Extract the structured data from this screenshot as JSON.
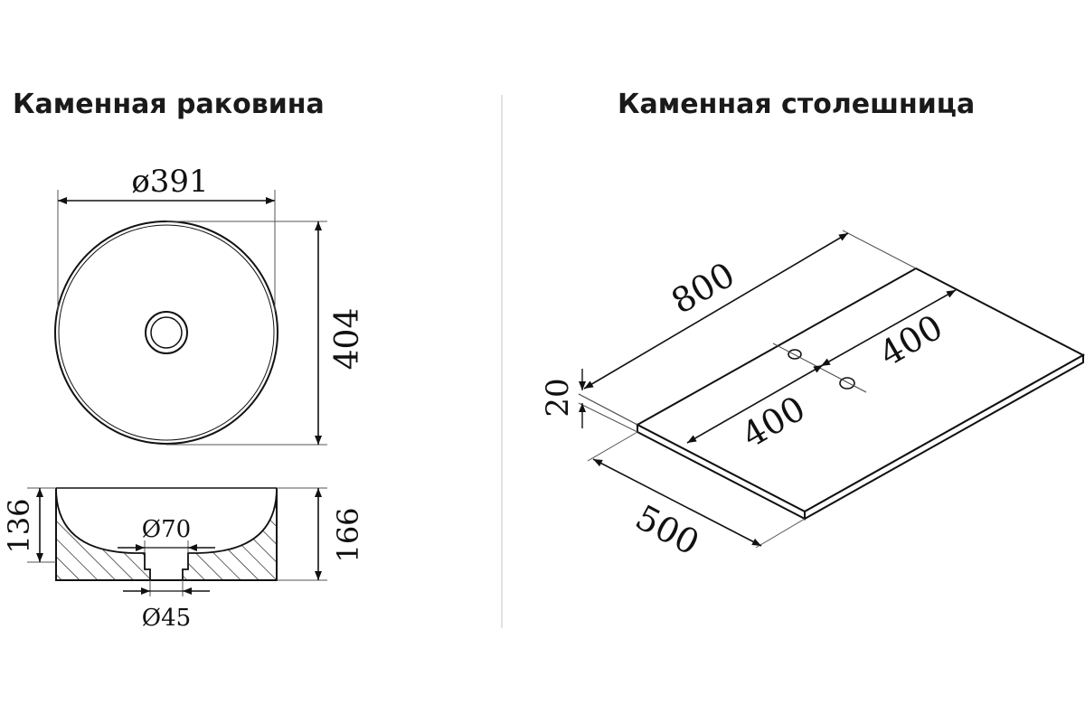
{
  "titles": {
    "sink": "Каменная раковина",
    "countertop": "Каменная столешница"
  },
  "sink": {
    "diameter": "ø391",
    "depth_outer": "404",
    "height_inner": "136",
    "height_outer": "166",
    "drain_top": "Ø70",
    "drain_bottom": "Ø45"
  },
  "countertop": {
    "length": "800",
    "thickness": "20",
    "depth": "500",
    "offset_front": "400",
    "offset_back": "400"
  }
}
